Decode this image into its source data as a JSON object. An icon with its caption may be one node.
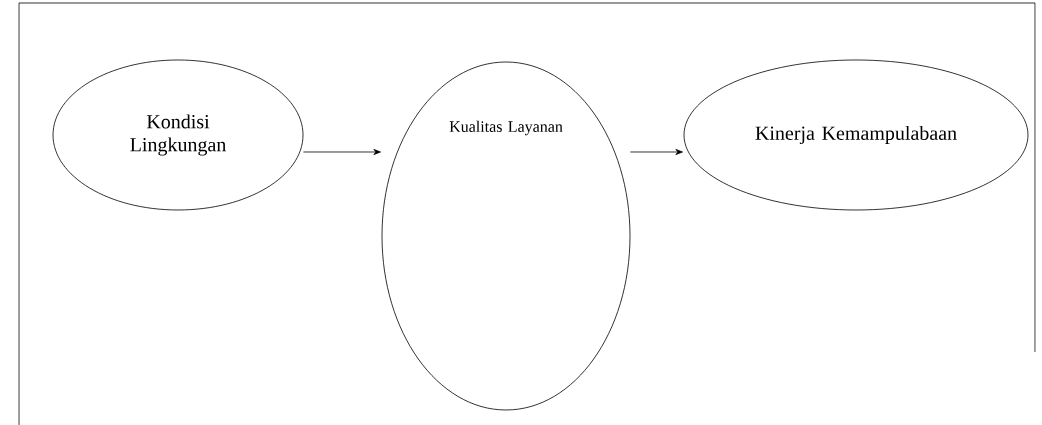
{
  "diagram": {
    "nodes": [
      {
        "text": [
          "Kondisi Lingkungan"
        ]
      },
      {
        "text": [
          "Kualitas Layanan"
        ]
      },
      {
        "text": [
          "Kinerja Kemampulabaan"
        ]
      }
    ],
    "edges": [
      {
        "from": 0,
        "to": 1,
        "arrow": "to"
      },
      {
        "from": 1,
        "to": 2,
        "arrow": "to"
      }
    ]
  }
}
